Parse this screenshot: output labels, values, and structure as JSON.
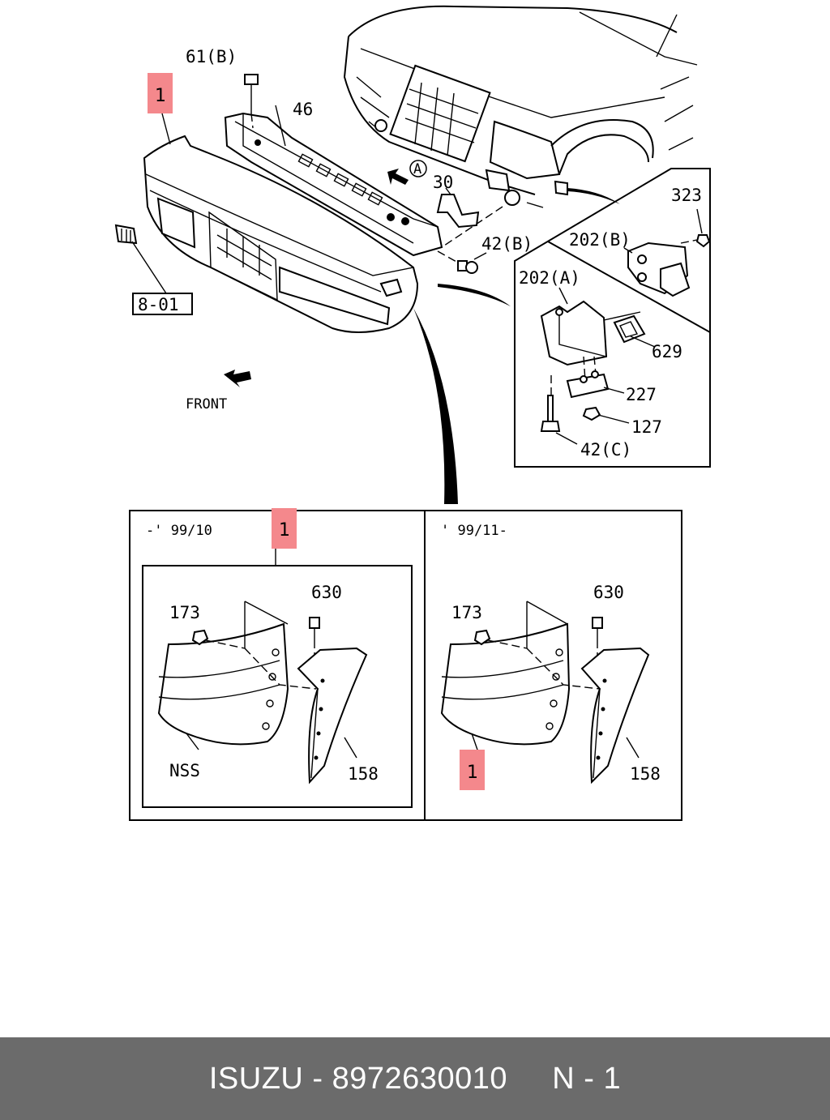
{
  "labels": {
    "p1_top": "1",
    "p61b": "61(B)",
    "p46": "46",
    "p30": "30",
    "circle_a": "A",
    "p42b": "42(B)",
    "p801": "8-01",
    "front": "FRONT",
    "p323": "323",
    "p202b": "202(B)",
    "p202a": "202(A)",
    "p629": "629",
    "p227": "227",
    "p127": "127",
    "p42c": "42(C)",
    "left_period": "-' 99/10",
    "left_1": "1",
    "left_173": "173",
    "left_630": "630",
    "left_nss": "NSS",
    "left_158": "158",
    "right_period": "' 99/11-",
    "right_173": "173",
    "right_630": "630",
    "right_1": "1",
    "right_158": "158"
  },
  "footer": {
    "brand": "ISUZU",
    "part_number": "8972630010",
    "page": "N - 1"
  },
  "colors": {
    "highlight": "#f4888c",
    "footer_bg": "#6b6b6b",
    "footer_text": "#ffffff"
  }
}
